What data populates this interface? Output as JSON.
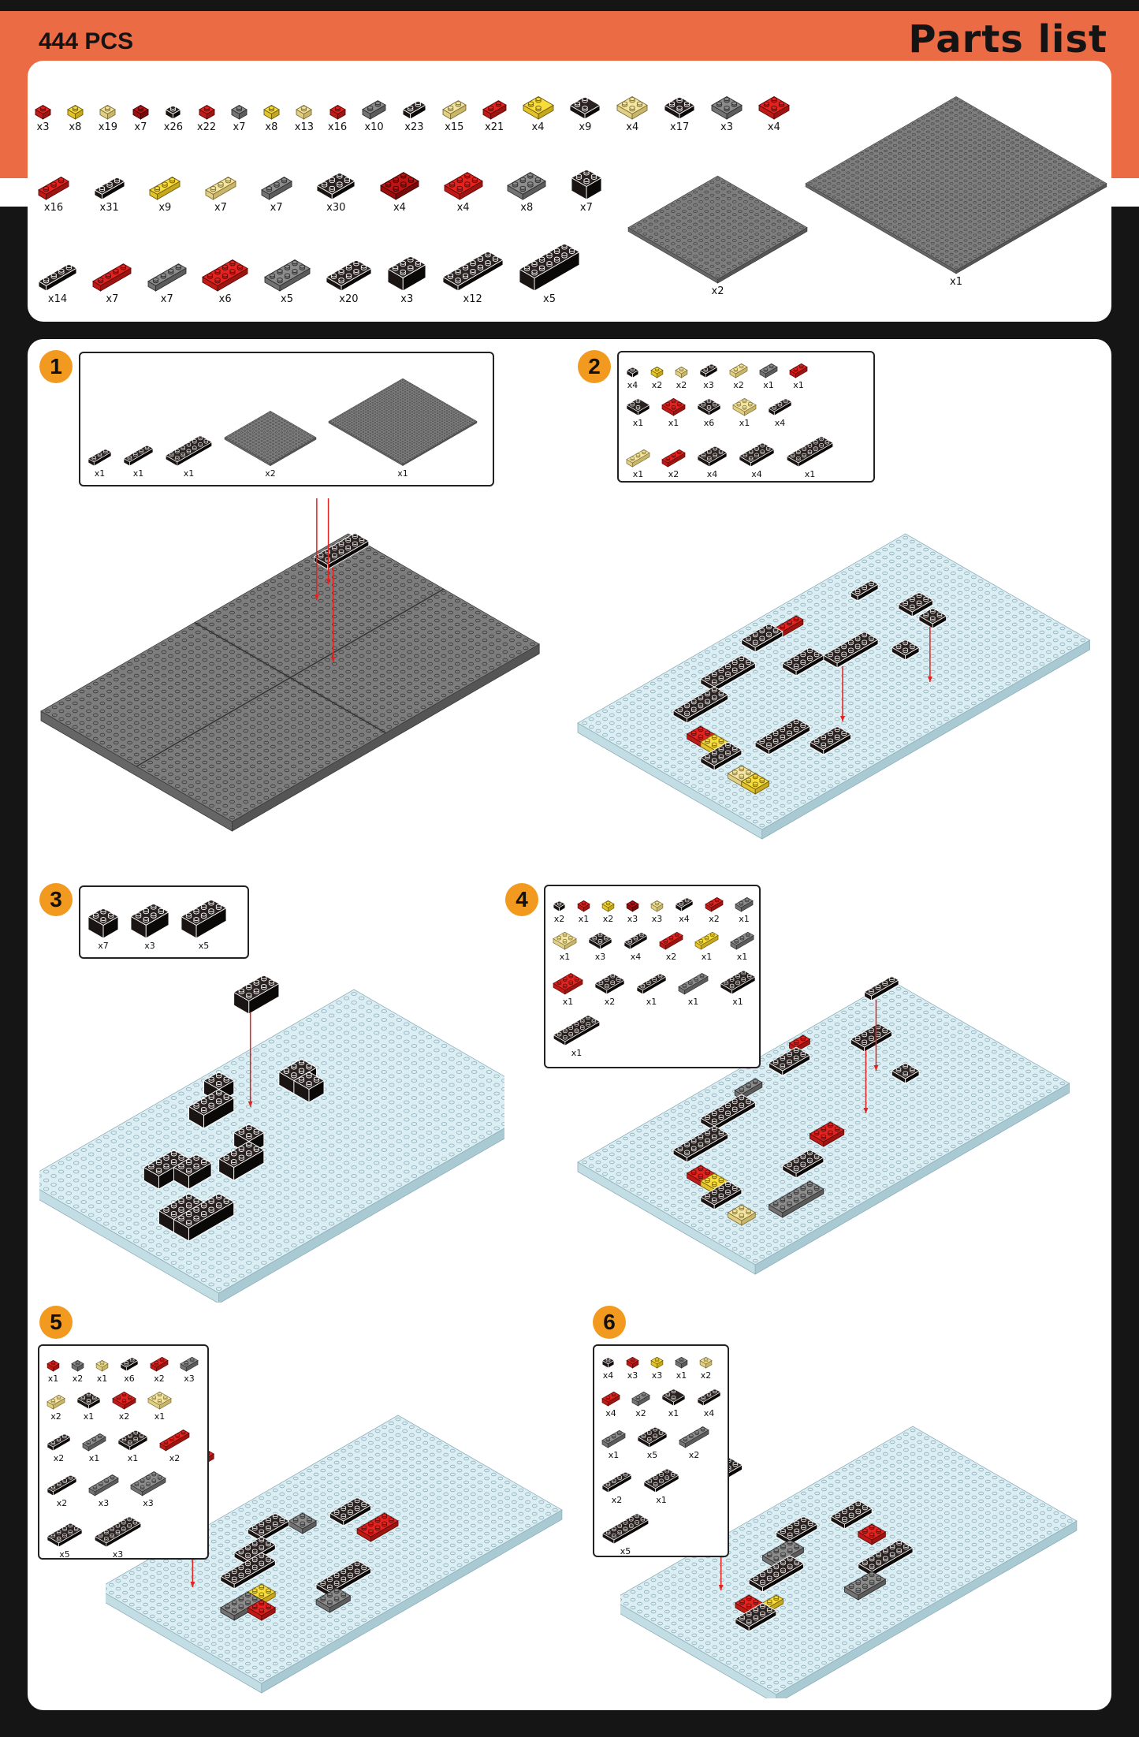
{
  "header": {
    "piece_count": "444 PCS",
    "title": "Parts list"
  },
  "colors": {
    "orange": "#ea6b44",
    "badge": "#f29a1f",
    "black": "#2b2321",
    "red": "#e3231f",
    "yellow": "#f7dc3a",
    "tan": "#f4e6a0",
    "gray": "#8c8c8c",
    "darkred": "#c01414",
    "baseplate_blue": "#dbeef3"
  },
  "parts_list": {
    "rows": [
      [
        {
          "color": "red",
          "shape": "1x1 round",
          "count": "x3"
        },
        {
          "color": "yellow",
          "shape": "1x1 plate",
          "count": "x8"
        },
        {
          "color": "tan",
          "shape": "1x1 plate",
          "count": "x19"
        },
        {
          "color": "darkred",
          "shape": "1x1 plate",
          "count": "x7"
        },
        {
          "color": "black",
          "shape": "1x1 plate",
          "count": "x26"
        },
        {
          "color": "red",
          "shape": "1x1 plate",
          "count": "x22"
        },
        {
          "color": "gray",
          "shape": "1x1 plate",
          "count": "x7"
        },
        {
          "color": "yellow",
          "shape": "1x1 slope",
          "count": "x8"
        },
        {
          "color": "tan",
          "shape": "1x1 slope",
          "count": "x13"
        },
        {
          "color": "red",
          "shape": "1x1 slope",
          "count": "x16"
        },
        {
          "color": "gray",
          "shape": "1x2 plate",
          "count": "x10"
        },
        {
          "color": "black",
          "shape": "1x2 plate",
          "count": "x23"
        },
        {
          "color": "tan",
          "shape": "1x2 plate",
          "count": "x15"
        },
        {
          "color": "red",
          "shape": "1x2 plate",
          "count": "x21"
        },
        {
          "color": "yellow",
          "shape": "corner plate",
          "count": "x4"
        },
        {
          "color": "black",
          "shape": "corner plate",
          "count": "x9"
        },
        {
          "color": "tan",
          "shape": "2x2 plate",
          "count": "x4"
        },
        {
          "color": "black",
          "shape": "2x2 plate",
          "count": "x17"
        },
        {
          "color": "gray",
          "shape": "2x2 plate",
          "count": "x3"
        },
        {
          "color": "red",
          "shape": "2x2 plate",
          "count": "x4"
        }
      ],
      [
        {
          "color": "red",
          "shape": "1x3 plate",
          "count": "x16"
        },
        {
          "color": "black",
          "shape": "1x3 plate",
          "count": "x31"
        },
        {
          "color": "yellow",
          "shape": "1x3 plate",
          "count": "x9"
        },
        {
          "color": "tan",
          "shape": "1x3 plate",
          "count": "x7"
        },
        {
          "color": "gray",
          "shape": "1x3 plate",
          "count": "x7"
        },
        {
          "color": "black",
          "shape": "2x3 plate",
          "count": "x30"
        },
        {
          "color": "darkred",
          "shape": "2x3 plate",
          "count": "x4"
        },
        {
          "color": "red",
          "shape": "2x3 plate",
          "count": "x4"
        },
        {
          "color": "gray",
          "shape": "2x3 plate",
          "count": "x8"
        },
        {
          "color": "black",
          "shape": "2x2 brick",
          "count": "x7"
        }
      ],
      [
        {
          "color": "black",
          "shape": "1x4 plate",
          "count": "x14"
        },
        {
          "color": "red",
          "shape": "1x4 plate",
          "count": "x7"
        },
        {
          "color": "gray",
          "shape": "1x4 plate",
          "count": "x7"
        },
        {
          "color": "red",
          "shape": "2x4 plate",
          "count": "x6"
        },
        {
          "color": "gray",
          "shape": "2x4 plate",
          "count": "x5"
        },
        {
          "color": "black",
          "shape": "2x4 plate",
          "count": "x20"
        },
        {
          "color": "black",
          "shape": "2x3 brick",
          "count": "x3"
        },
        {
          "color": "black",
          "shape": "2x6 plate",
          "count": "x12"
        },
        {
          "color": "black",
          "shape": "2x6 brick",
          "count": "x5"
        }
      ]
    ],
    "baseplates": [
      {
        "color": "plategray",
        "shape": "16x16 baseplate",
        "count": "x2"
      },
      {
        "color": "plategray",
        "shape": "32x32 baseplate",
        "count": "x1"
      }
    ]
  },
  "steps": [
    {
      "number": "1",
      "parts": [
        [
          {
            "color": "black",
            "shape": "1x3 plate",
            "count": "x1"
          },
          {
            "color": "black",
            "shape": "1x4 plate",
            "count": "x1"
          },
          {
            "color": "black",
            "shape": "2x6 plate",
            "count": "x1"
          },
          {
            "color": "plategray",
            "shape": "16x16 baseplate",
            "count": "x2"
          },
          {
            "color": "plategray",
            "shape": "32x32 baseplate",
            "count": "x1"
          }
        ]
      ]
    },
    {
      "number": "2",
      "parts": [
        [
          {
            "color": "black",
            "shape": "1x1 plate",
            "count": "x4"
          },
          {
            "color": "yellow",
            "shape": "1x1 plate",
            "count": "x2"
          },
          {
            "color": "tan",
            "shape": "1x1 plate",
            "count": "x2"
          },
          {
            "color": "black",
            "shape": "1x2 plate",
            "count": "x3"
          },
          {
            "color": "tan",
            "shape": "1x2 plate",
            "count": "x2"
          },
          {
            "color": "gray",
            "shape": "1x2 plate",
            "count": "x1"
          },
          {
            "color": "red",
            "shape": "1x2 plate",
            "count": "x1"
          }
        ],
        [
          {
            "color": "black",
            "shape": "corner plate",
            "count": "x1"
          },
          {
            "color": "red",
            "shape": "2x2 plate",
            "count": "x1"
          },
          {
            "color": "black",
            "shape": "2x2 plate",
            "count": "x6"
          },
          {
            "color": "tan",
            "shape": "2x2 plate",
            "count": "x1"
          },
          {
            "color": "black",
            "shape": "1x3 plate",
            "count": "x4"
          }
        ],
        [
          {
            "color": "tan",
            "shape": "1x3 plate",
            "count": "x1"
          },
          {
            "color": "red",
            "shape": "1x3 plate",
            "count": "x2"
          },
          {
            "color": "black",
            "shape": "2x3 plate",
            "count": "x4"
          },
          {
            "color": "black",
            "shape": "2x4 plate",
            "count": "x4"
          },
          {
            "color": "black",
            "shape": "2x6 plate",
            "count": "x1"
          }
        ]
      ]
    },
    {
      "number": "3",
      "parts": [
        [
          {
            "color": "black",
            "shape": "2x2 brick",
            "count": "x7"
          },
          {
            "color": "black",
            "shape": "2x3 brick",
            "count": "x3"
          },
          {
            "color": "black",
            "shape": "2x4 brick",
            "count": "x5"
          }
        ]
      ]
    },
    {
      "number": "4",
      "parts": [
        [
          {
            "color": "black",
            "shape": "1x1 plate",
            "count": "x2"
          },
          {
            "color": "red",
            "shape": "1x1 plate",
            "count": "x1"
          },
          {
            "color": "yellow",
            "shape": "1x1 plate",
            "count": "x2"
          },
          {
            "color": "darkred",
            "shape": "1x1 plate",
            "count": "x3"
          },
          {
            "color": "tan",
            "shape": "1x1 plate",
            "count": "x3"
          },
          {
            "color": "black",
            "shape": "1x2 plate",
            "count": "x4"
          },
          {
            "color": "red",
            "shape": "1x2 plate",
            "count": "x2"
          },
          {
            "color": "gray",
            "shape": "1x2 plate",
            "count": "x1"
          }
        ],
        [
          {
            "color": "tan",
            "shape": "2x2 plate",
            "count": "x1"
          },
          {
            "color": "black",
            "shape": "2x2 plate",
            "count": "x3"
          },
          {
            "color": "black",
            "shape": "1x3 plate",
            "count": "x4"
          },
          {
            "color": "red",
            "shape": "1x3 plate",
            "count": "x2"
          },
          {
            "color": "yellow",
            "shape": "1x3 plate",
            "count": "x1"
          },
          {
            "color": "gray",
            "shape": "1x3 plate",
            "count": "x1"
          }
        ],
        [
          {
            "color": "red",
            "shape": "2x3 plate",
            "count": "x1"
          },
          {
            "color": "black",
            "shape": "2x3 plate",
            "count": "x2"
          },
          {
            "color": "black",
            "shape": "1x4 plate",
            "count": "x1"
          },
          {
            "color": "gray",
            "shape": "1x4 plate",
            "count": "x1"
          },
          {
            "color": "black",
            "shape": "2x4 plate",
            "count": "x1"
          }
        ],
        [
          {
            "color": "black",
            "shape": "2x6 plate",
            "count": "x1"
          }
        ]
      ]
    },
    {
      "number": "5",
      "parts": [
        [
          {
            "color": "red",
            "shape": "1x1 plate",
            "count": "x1"
          },
          {
            "color": "gray",
            "shape": "1x1 plate",
            "count": "x2"
          },
          {
            "color": "tan",
            "shape": "1x1 plate",
            "count": "x1"
          },
          {
            "color": "black",
            "shape": "1x2 plate",
            "count": "x6"
          },
          {
            "color": "red",
            "shape": "1x2 plate",
            "count": "x2"
          },
          {
            "color": "gray",
            "shape": "1x2 plate",
            "count": "x3"
          }
        ],
        [
          {
            "color": "tan",
            "shape": "1x2 plate",
            "count": "x2"
          },
          {
            "color": "black",
            "shape": "2x2 plate",
            "count": "x1"
          },
          {
            "color": "red",
            "shape": "2x2 plate",
            "count": "x2"
          },
          {
            "color": "tan",
            "shape": "2x2 plate",
            "count": "x1"
          }
        ],
        [
          {
            "color": "black",
            "shape": "1x3 plate",
            "count": "x2"
          },
          {
            "color": "gray",
            "shape": "1x3 plate",
            "count": "x1"
          },
          {
            "color": "black",
            "shape": "2x3 plate",
            "count": "x1"
          },
          {
            "color": "red",
            "shape": "1x4 plate",
            "count": "x2"
          }
        ],
        [
          {
            "color": "black",
            "shape": "1x4 plate",
            "count": "x2"
          },
          {
            "color": "gray",
            "shape": "1x4 plate",
            "count": "x3"
          },
          {
            "color": "gray",
            "shape": "2x4 plate",
            "count": "x3"
          }
        ],
        [
          {
            "color": "black",
            "shape": "2x4 plate",
            "count": "x5"
          },
          {
            "color": "black",
            "shape": "2x6 plate",
            "count": "x3"
          }
        ]
      ]
    },
    {
      "number": "6",
      "parts": [
        [
          {
            "color": "black",
            "shape": "1x1 plate",
            "count": "x4"
          },
          {
            "color": "red",
            "shape": "1x1 plate",
            "count": "x3"
          },
          {
            "color": "yellow",
            "shape": "1x1 plate",
            "count": "x3"
          },
          {
            "color": "gray",
            "shape": "1x1 plate",
            "count": "x1"
          },
          {
            "color": "tan",
            "shape": "1x1 plate",
            "count": "x2"
          }
        ],
        [
          {
            "color": "red",
            "shape": "1x2 plate",
            "count": "x4"
          },
          {
            "color": "gray",
            "shape": "1x2 plate",
            "count": "x2"
          },
          {
            "color": "black",
            "shape": "corner plate",
            "count": "x1"
          },
          {
            "color": "black",
            "shape": "1x3 plate",
            "count": "x4"
          }
        ],
        [
          {
            "color": "gray",
            "shape": "1x3 plate",
            "count": "x1"
          },
          {
            "color": "black",
            "shape": "2x3 plate",
            "count": "x5"
          },
          {
            "color": "gray",
            "shape": "1x4 plate",
            "count": "x2"
          }
        ],
        [
          {
            "color": "black",
            "shape": "1x4 plate",
            "count": "x2"
          },
          {
            "color": "black",
            "shape": "2x4 plate",
            "count": "x1"
          }
        ],
        [
          {
            "color": "black",
            "shape": "2x6 plate",
            "count": "x5"
          }
        ]
      ]
    }
  ]
}
